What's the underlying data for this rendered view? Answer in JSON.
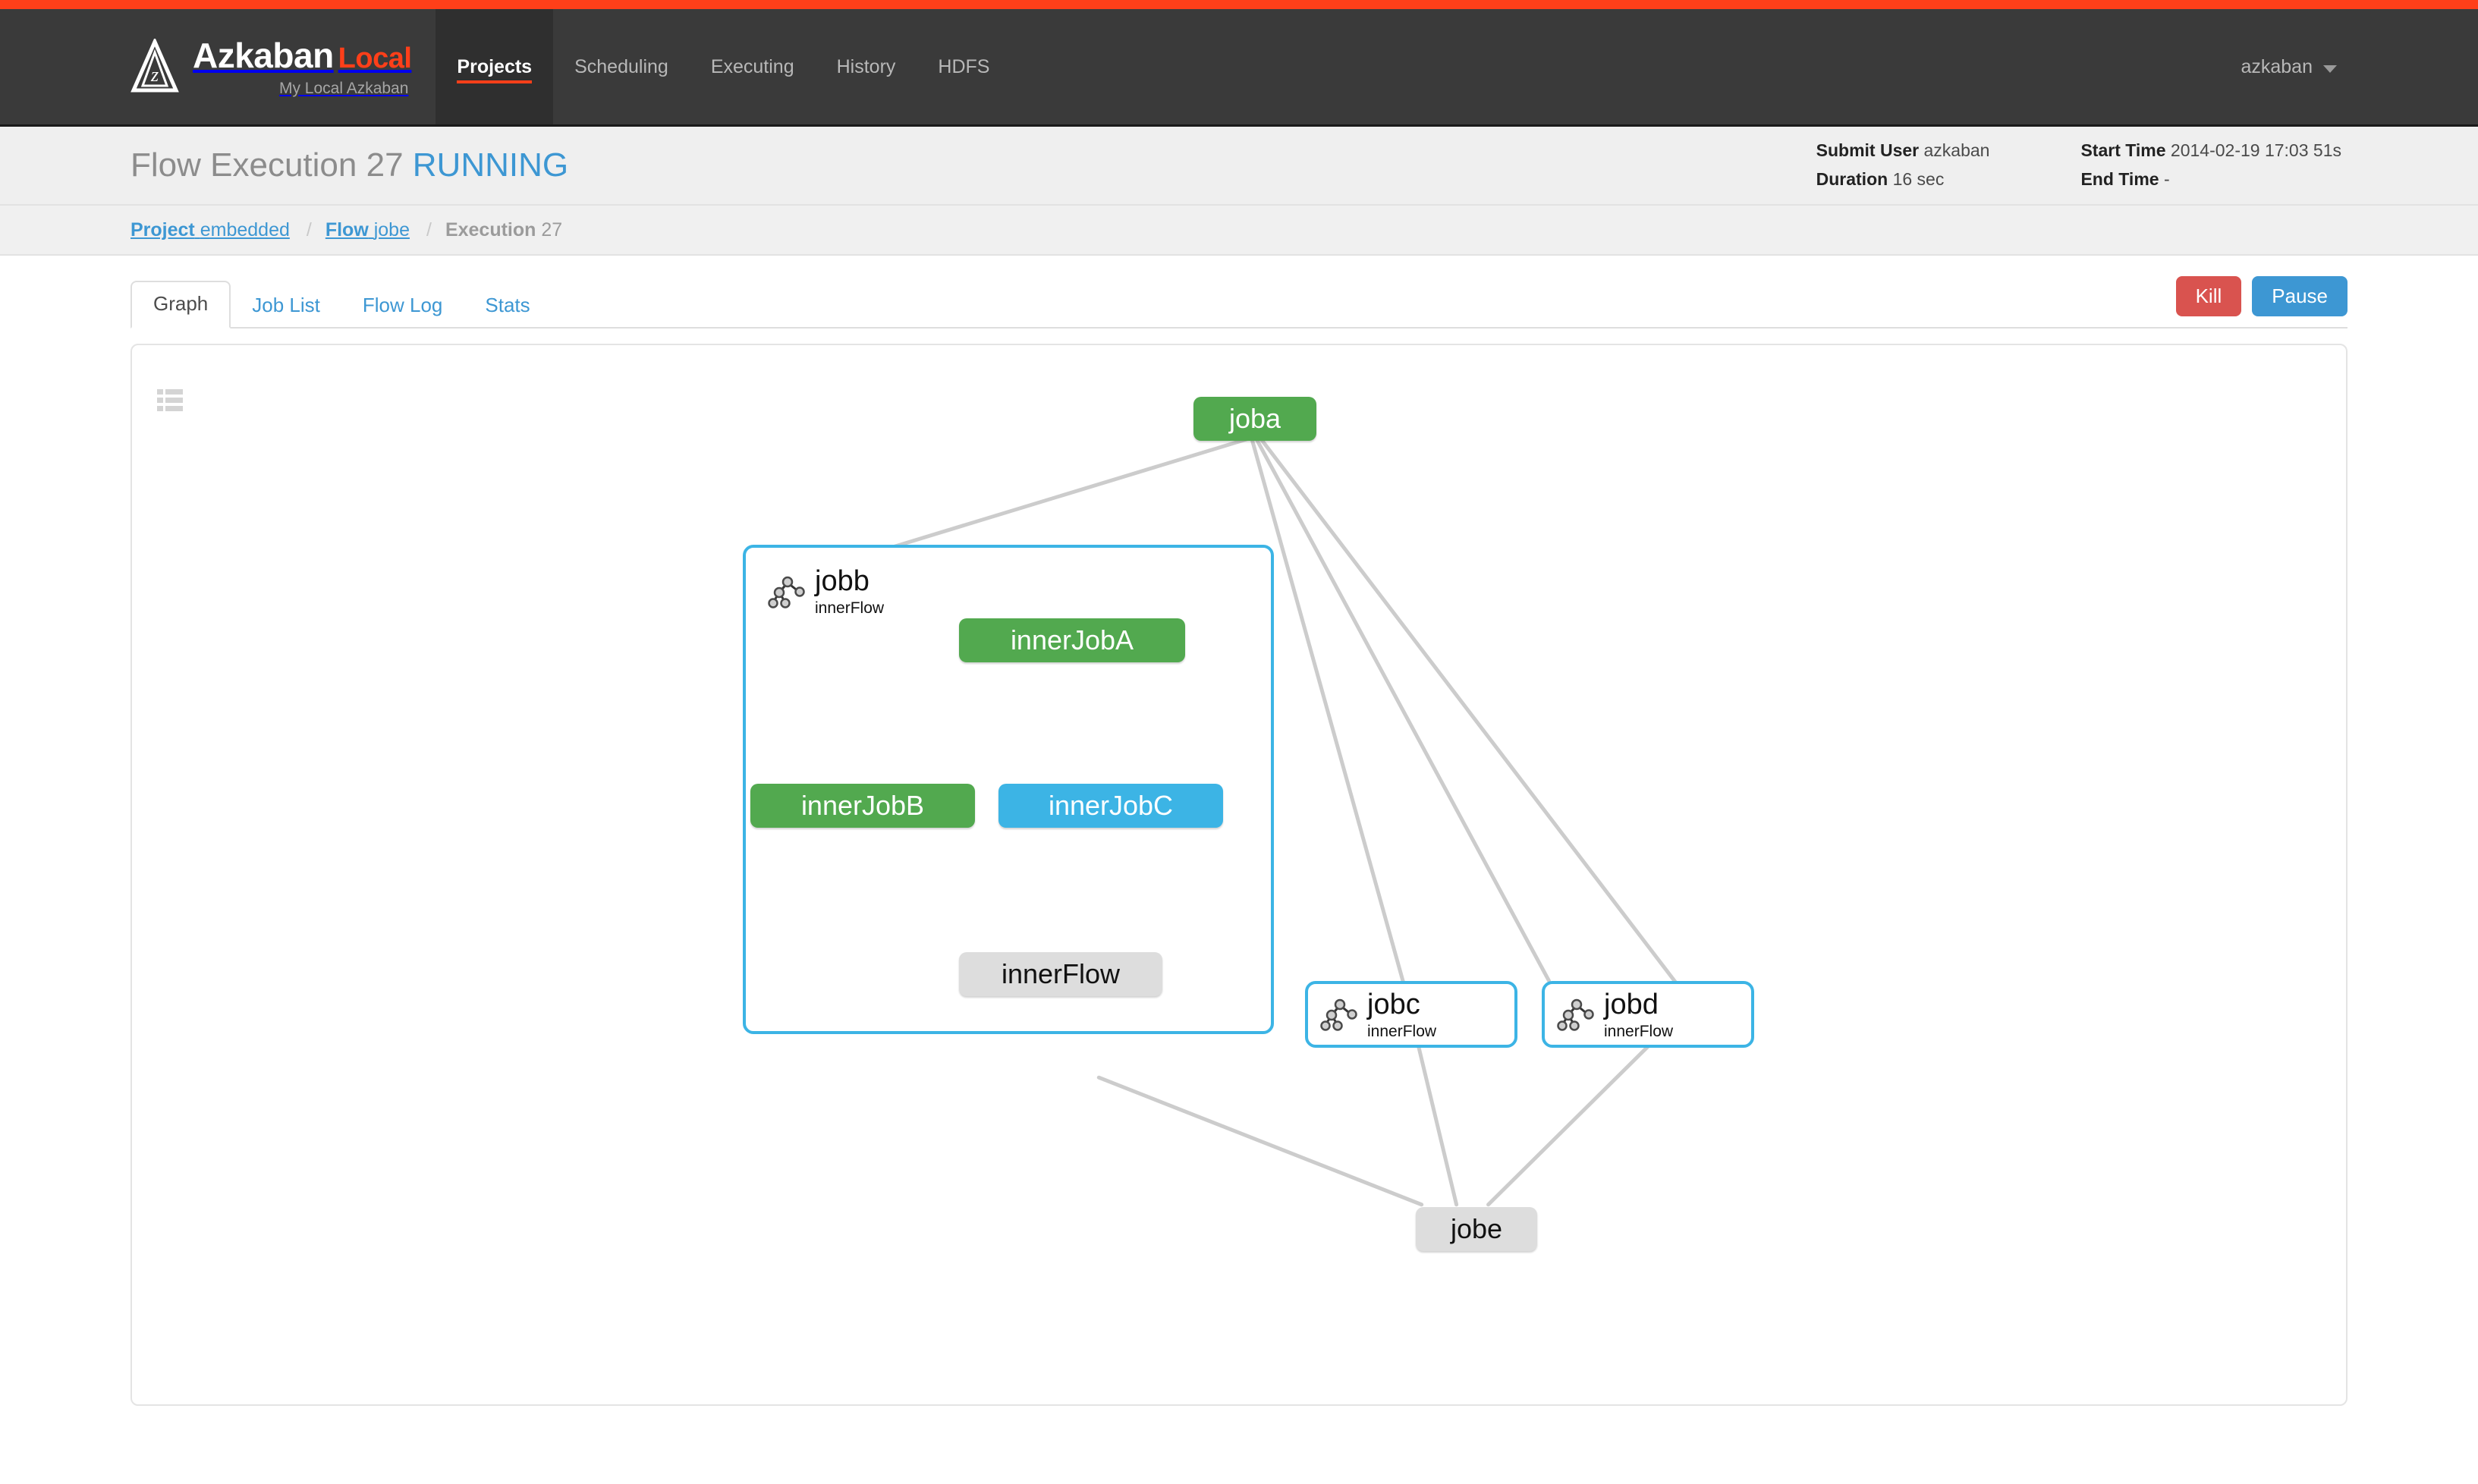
{
  "navbar": {
    "logo_icon": "azkaban-logo-icon",
    "brand": "Azkaban",
    "brand_suffix": "Local",
    "brand_subtitle": "My Local Azkaban",
    "links": [
      {
        "label": "Projects",
        "active": true
      },
      {
        "label": "Scheduling",
        "active": false
      },
      {
        "label": "Executing",
        "active": false
      },
      {
        "label": "History",
        "active": false
      },
      {
        "label": "HDFS",
        "active": false
      }
    ],
    "user": "azkaban",
    "user_caret_icon": "caret-down-icon"
  },
  "page_header": {
    "title_prefix": "Flow Execution",
    "execution_id": "27",
    "status": "RUNNING",
    "summary": [
      {
        "label": "Submit User",
        "value": "azkaban"
      },
      {
        "label": "Duration",
        "value": "16 sec"
      },
      {
        "label": "Start Time",
        "value": "2014-02-19 17:03 51s"
      },
      {
        "label": "End Time",
        "value": "-"
      }
    ]
  },
  "breadcrumb": [
    {
      "label": "Project",
      "value": "embedded",
      "current": false
    },
    {
      "label": "Flow",
      "value": "jobe",
      "current": false
    },
    {
      "label": "Execution",
      "value": "27",
      "current": true
    }
  ],
  "tabs": [
    {
      "label": "Graph",
      "active": true
    },
    {
      "label": "Job List",
      "active": false
    },
    {
      "label": "Flow Log",
      "active": false
    },
    {
      "label": "Stats",
      "active": false
    }
  ],
  "actions": {
    "kill_label": "Kill",
    "kill_color": "#d9534f",
    "pause_label": "Pause",
    "pause_color": "#3d97d3"
  },
  "graph": {
    "menu_icon": "list-menu-icon",
    "status_colors": {
      "success": "#52a94f",
      "running": "#3cb4e5",
      "ready": "#dddddd",
      "edge": "#cccccc"
    },
    "nodes": {
      "joba": {
        "label": "joba",
        "status": "success"
      },
      "innerJobA": {
        "label": "innerJobA",
        "status": "success"
      },
      "innerJobB": {
        "label": "innerJobB",
        "status": "success"
      },
      "innerJobC": {
        "label": "innerJobC",
        "status": "running"
      },
      "innerFlow": {
        "label": "innerFlow",
        "status": "ready"
      },
      "jobe": {
        "label": "jobe",
        "status": "ready"
      }
    },
    "flows": {
      "jobb": {
        "name": "jobb",
        "sub": "innerFlow",
        "status": "running",
        "expanded": true,
        "icon": "flow-tree-icon"
      },
      "jobc": {
        "name": "jobc",
        "sub": "innerFlow",
        "status": "running",
        "expanded": false,
        "icon": "flow-tree-icon"
      },
      "jobd": {
        "name": "jobd",
        "sub": "innerFlow",
        "status": "running",
        "expanded": false,
        "icon": "flow-tree-icon"
      }
    },
    "edges": [
      {
        "from": "joba",
        "to": "jobb"
      },
      {
        "from": "joba",
        "to": "jobc"
      },
      {
        "from": "joba",
        "to": "jobd"
      },
      {
        "from": "joba",
        "to": "jobe"
      },
      {
        "from": "innerJobA",
        "to": "innerJobB"
      },
      {
        "from": "innerJobA",
        "to": "innerJobC"
      },
      {
        "from": "innerJobB",
        "to": "innerFlow"
      },
      {
        "from": "innerJobC",
        "to": "innerFlow"
      },
      {
        "from": "jobb",
        "to": "jobe"
      },
      {
        "from": "jobc",
        "to": "jobe"
      },
      {
        "from": "jobd",
        "to": "jobe"
      }
    ]
  }
}
